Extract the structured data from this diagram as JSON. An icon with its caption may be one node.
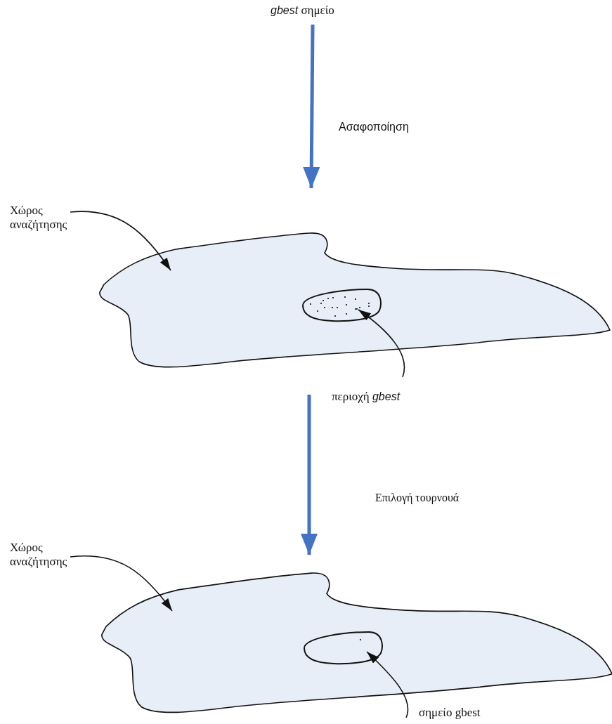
{
  "diagram": {
    "nodes": [
      {
        "text": [
          "*gbest* σημείο"
        ]
      },
      {
        "text": [],
        "shape": "cloud"
      },
      {
        "text": [
          "Χώρος αναζήτησης"
        ]
      },
      {
        "text": [],
        "shape": "ellipse",
        "in": 1
      },
      {
        "text": [
          "περιοχή *gbest*"
        ]
      },
      {
        "text": [],
        "shape": "cloud"
      },
      {
        "text": [
          "Χώρος αναζήτησης"
        ]
      },
      {
        "text": [],
        "shape": "ellipse",
        "in": 5
      },
      {
        "text": [
          "σημείο gbest"
        ]
      }
    ],
    "edges": [
      {
        "from": 0,
        "to": 1,
        "arrow": "to",
        "label": "Ασαφοποίηση",
        "style": "thick",
        "color": "#4472c4"
      },
      {
        "from": 2,
        "to": 1,
        "arrow": "to"
      },
      {
        "from": 4,
        "to": 3,
        "arrow": "to"
      },
      {
        "from": null,
        "to": 5,
        "arrow": "to",
        "style": "thick",
        "color": "#4472c4"
      },
      {
        "from": 6,
        "to": 5,
        "arrow": "to"
      },
      {
        "from": 8,
        "to": 7,
        "arrow": "to"
      }
    ],
    "labels": [
      "Επιλογή τουρνουά"
    ]
  }
}
